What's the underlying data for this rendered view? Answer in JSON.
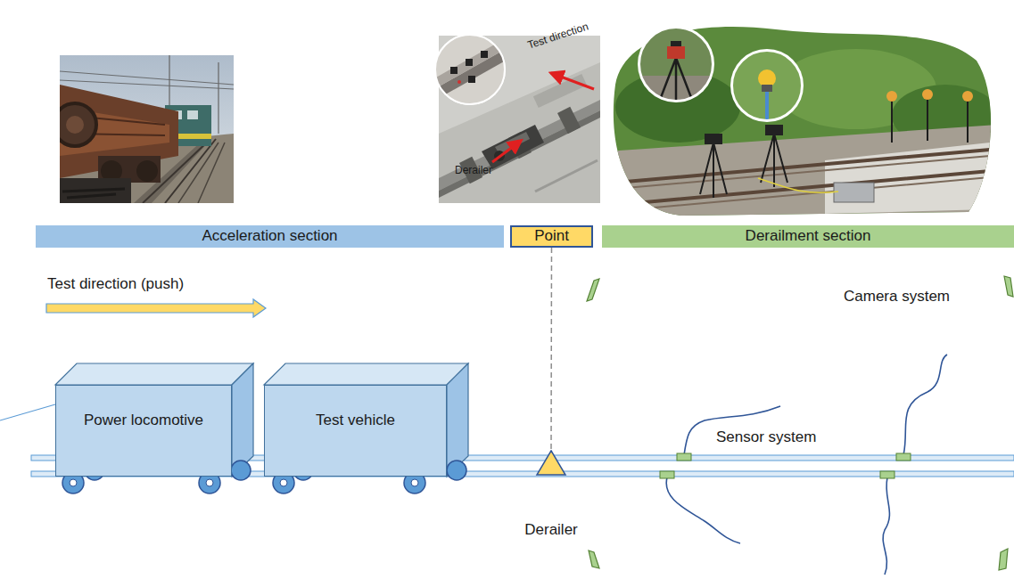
{
  "diagram": {
    "nodes": [
      {
        "text": [
          "Acceleration section"
        ]
      },
      {
        "text": [
          "Point"
        ]
      },
      {
        "text": [
          "Derailment section"
        ]
      },
      {
        "text": [
          "Power locomotive"
        ]
      },
      {
        "text": [
          "Test vehicle"
        ]
      },
      {
        "text": [
          "Derailer"
        ]
      }
    ],
    "edges": [
      {
        "from": 1,
        "to": 5,
        "arrow": "none"
      }
    ],
    "labels": [
      "Test direction (push)",
      "Camera system",
      "Sensor system",
      "Test direction",
      "Derailer"
    ]
  }
}
